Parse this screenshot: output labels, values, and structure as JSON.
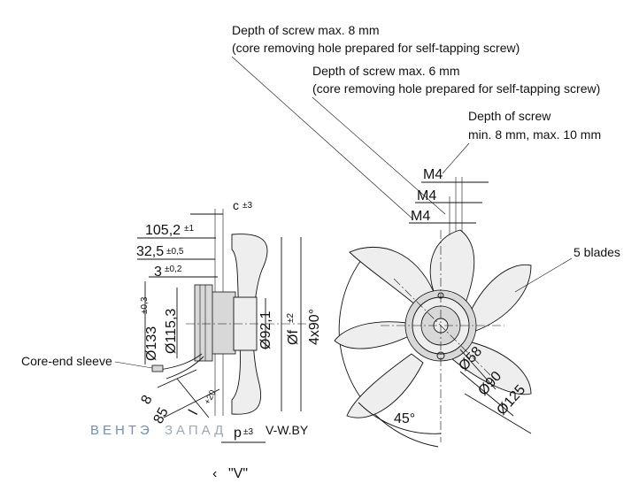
{
  "callouts": {
    "screw1_line1": "Depth of screw max. 8 mm",
    "screw1_line2": "(core removing hole prepared for self-tapping screw)",
    "screw2_line1": "Depth of screw max. 6 mm",
    "screw2_line2": "(core removing hole prepared for self-tapping screw)",
    "screw3_line1": "Depth of screw",
    "screw3_line2": "min. 8 mm, max. 10 mm",
    "m4_a": "M4",
    "m4_b": "M4",
    "m4_c": "M4",
    "blades": "5 blades",
    "core_end_sleeve": "Core-end sleeve"
  },
  "side_view": {
    "dim_c": "c",
    "dim_c_tol": "±3",
    "dim_105": "105,2",
    "dim_105_tol": "±1",
    "dim_32": "32,5",
    "dim_32_tol": "±0,5",
    "dim_3": "3",
    "dim_3_tol": "±0,2",
    "dim_133": "Ø133",
    "dim_133_tol": "±0,3",
    "dim_115": "Ø115,3",
    "dim_92": "Ø92,1",
    "dim_f": "Øf",
    "dim_f_tol": "±2",
    "dim_angle": "4x90°",
    "dim_8": "8",
    "dim_85": "85",
    "dim_l": "l",
    "dim_l_tol": "+20",
    "dim_p": "p",
    "dim_p_tol": "±3",
    "view_label": "\"V\"",
    "view_arrow": "‹"
  },
  "front_view": {
    "dim_58": "Ø58",
    "dim_90": "Ø90",
    "dim_125": "Ø125",
    "dim_45": "45°"
  },
  "watermark": {
    "left": "ВЕНТЭ",
    "middle": "ЗАПАД",
    "right": "V-W.BY",
    "left_color": "#6b8fc4",
    "middle_color": "#9aa9b8",
    "right_color": "#6b6b6b"
  }
}
